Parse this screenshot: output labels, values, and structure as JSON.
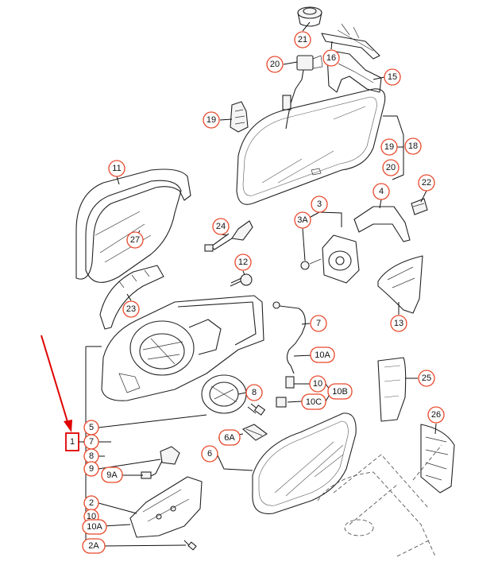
{
  "diagram": {
    "accent_color": "#e8482a",
    "highlight_color": "#e00000",
    "callouts": {
      "c21": "21",
      "c16": "16",
      "c20": "20",
      "c15": "15",
      "c19a": "19",
      "c19b": "19",
      "c18": "18",
      "c20b": "20",
      "c11": "11",
      "c27": "27",
      "c3": "3",
      "c4": "4",
      "c22": "22",
      "c3A": "3A",
      "c24": "24",
      "c12": "12",
      "c23": "23",
      "c13": "13",
      "c7": "7",
      "c10A": "10A",
      "c10": "10",
      "c10B": "10B",
      "c10C": "10C",
      "c25": "25",
      "c8": "8",
      "c26": "26",
      "c5": "5",
      "c7b": "7",
      "c6A": "6A",
      "c6": "6",
      "c8b": "8",
      "c9": "9",
      "c9A": "9A",
      "c2": "2",
      "c10b": "10",
      "c10Ab": "10A",
      "c2A": "2A"
    },
    "highlight_label": "1"
  }
}
